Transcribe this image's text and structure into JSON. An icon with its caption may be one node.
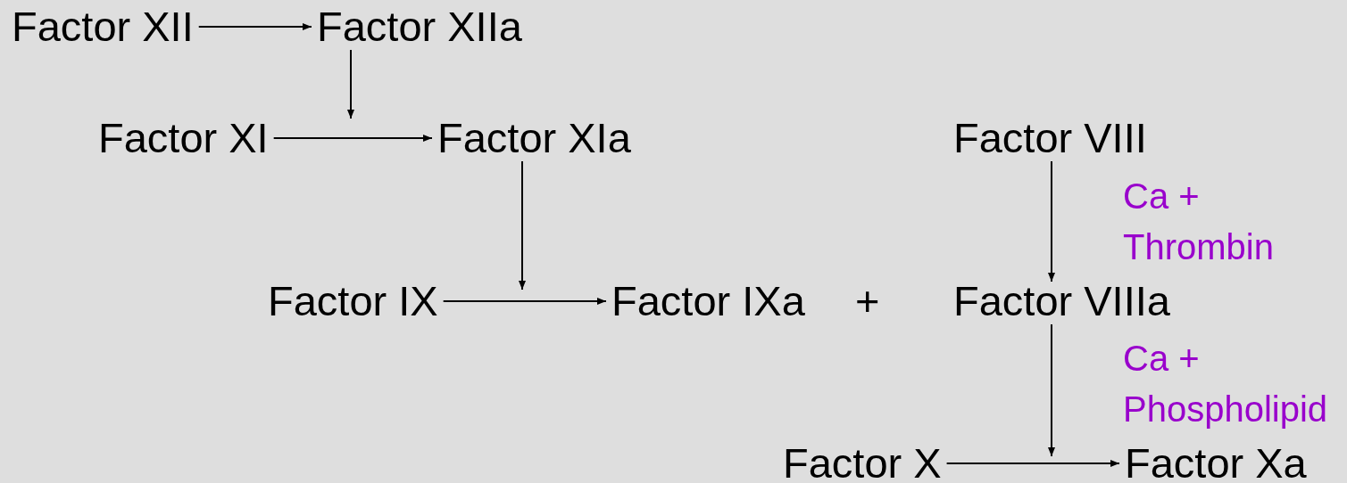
{
  "diagram": {
    "nodes": [
      {
        "text": [
          "Factor XII"
        ]
      },
      {
        "text": [
          "Factor XIIa"
        ]
      },
      {
        "text": [
          "Factor XI"
        ]
      },
      {
        "text": [
          "Factor XIa"
        ]
      },
      {
        "text": [
          "Factor VIII"
        ]
      },
      {
        "text": [
          "Factor IX"
        ]
      },
      {
        "text": [
          "Factor IXa"
        ]
      },
      {
        "text": [
          "Factor VIIIa"
        ]
      },
      {
        "text": [
          "Factor X"
        ]
      },
      {
        "text": [
          "Factor Xa"
        ]
      }
    ],
    "edges": [
      {
        "from": 0,
        "to": 1,
        "arrow": "to"
      },
      {
        "from": 1,
        "to": null,
        "arrow": "to"
      },
      {
        "from": 2,
        "to": 3,
        "arrow": "to"
      },
      {
        "from": 3,
        "to": null,
        "arrow": "to"
      },
      {
        "from": 5,
        "to": 6,
        "arrow": "to"
      },
      {
        "from": 4,
        "to": 7,
        "arrow": "to",
        "label": "Ca + Thrombin"
      },
      {
        "from": 7,
        "to": null,
        "arrow": "to",
        "label": "Ca + Phospholipid"
      },
      {
        "from": 8,
        "to": 9,
        "arrow": "to"
      }
    ],
    "labels": [
      "+"
    ]
  }
}
